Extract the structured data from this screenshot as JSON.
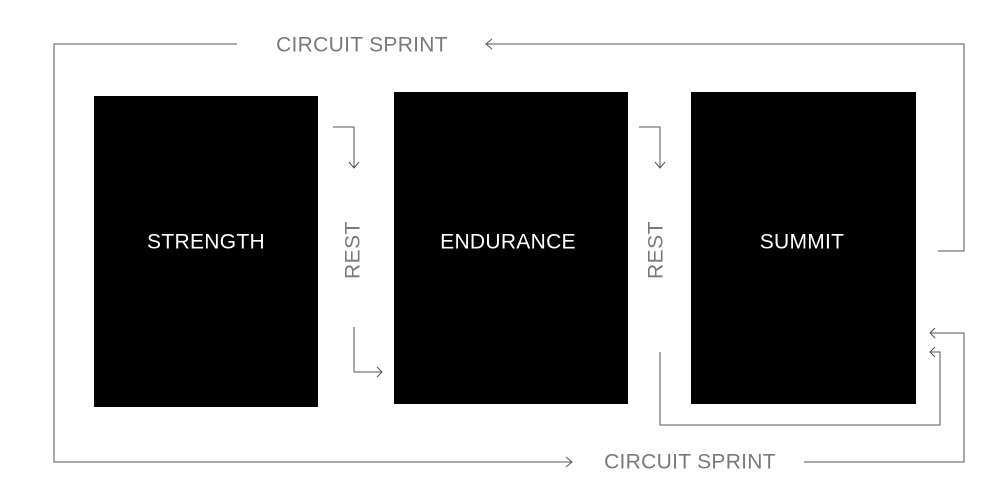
{
  "stages": [
    {
      "label": "STRENGTH"
    },
    {
      "label": "ENDURANCE"
    },
    {
      "label": "SUMMIT"
    }
  ],
  "rests": [
    {
      "label": "REST"
    },
    {
      "label": "REST"
    }
  ],
  "loops": {
    "top_label": "CIRCUIT SPRINT",
    "bottom_label": "CIRCUIT SPRINT"
  },
  "colors": {
    "stage_fill": "#000000",
    "stage_text": "#ffffff",
    "label_gray": "#7a7a7a",
    "line": "#555555"
  }
}
